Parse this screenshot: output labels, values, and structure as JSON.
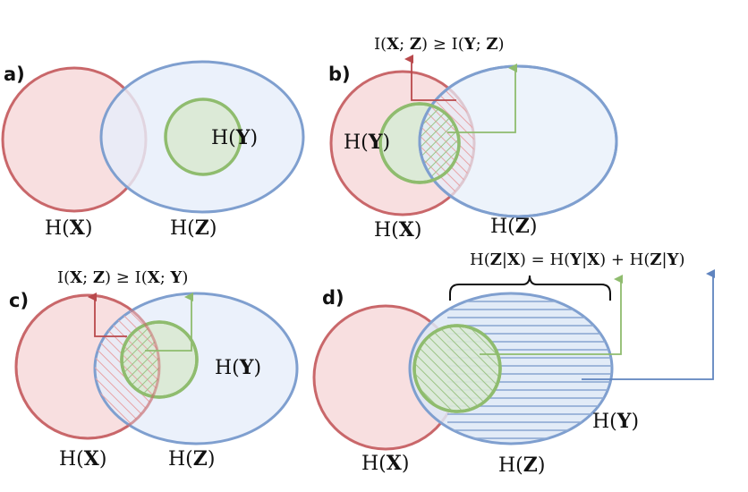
{
  "colors": {
    "red_stroke": "#c9676a",
    "red_fill": "#f8dfe0",
    "blue_stroke": "#7f9fcf",
    "blue_fill": "#e6eefa",
    "green_stroke": "#8fbc6e",
    "green_fill": "#dcead7",
    "red_arrow": "#b9494c",
    "green_arrow": "#8fbc6e",
    "blue_arrow": "#5f84bf"
  },
  "panels": {
    "a": {
      "label": "a)",
      "hx_pre": "H(",
      "hx_var": "X",
      "hx_post": ")",
      "hz_pre": "H(",
      "hz_var": "Z",
      "hz_post": ")",
      "hy_pre": "H(",
      "hy_var": "Y",
      "hy_post": ")"
    },
    "b": {
      "label": "b)",
      "hx_pre": "H(",
      "hx_var": "X",
      "hx_post": ")",
      "hz_pre": "H(",
      "hz_var": "Z",
      "hz_post": ")",
      "hy_pre": "H(",
      "hy_var": "Y",
      "hy_post": ")",
      "eq": {
        "p1": "I(",
        "v1": "X",
        "p2": "; ",
        "v2": "Z",
        "p3": ") ≥ I(",
        "v3": "Y",
        "p4": "; ",
        "v4": "Z",
        "p5": ")"
      }
    },
    "c": {
      "label": "c)",
      "hx_pre": "H(",
      "hx_var": "X",
      "hx_post": ")",
      "hz_pre": "H(",
      "hz_var": "Z",
      "hz_post": ")",
      "hy_pre": "H(",
      "hy_var": "Y",
      "hy_post": ")",
      "eq": {
        "p1": "I(",
        "v1": "X",
        "p2": "; ",
        "v2": "Z",
        "p3": ") ≥ I(",
        "v3": "X",
        "p4": "; ",
        "v4": "Y",
        "p5": ")"
      }
    },
    "d": {
      "label": "d)",
      "hx_pre": "H(",
      "hx_var": "X",
      "hx_post": ")",
      "hz_pre": "H(",
      "hz_var": "Z",
      "hz_post": ")",
      "hy_pre": "H(",
      "hy_var": "Y",
      "hy_post": ")",
      "eq": {
        "p1": "H(",
        "v1": "Z",
        "p2": "|",
        "v2": "X",
        "p3": ") = H(",
        "v3": "Y",
        "p4": "|",
        "v4": "X",
        "p5": ") + H(",
        "v5": "Z",
        "p6": "|",
        "v6": "Y",
        "p7": ")"
      }
    }
  }
}
